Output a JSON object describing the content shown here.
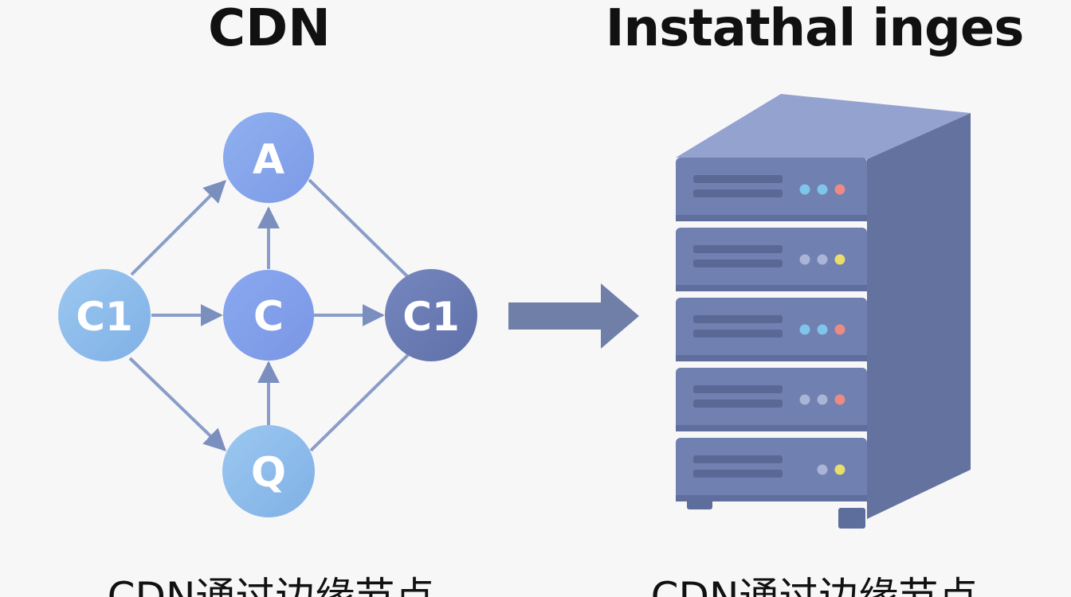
{
  "left_panel": {
    "title": "CDN",
    "caption": "CDN通过边缘节点"
  },
  "right_panel": {
    "title": "Instathal inges",
    "caption": "CDN通过边缘节点"
  },
  "nodes": {
    "a": "A",
    "c1_left": "C1",
    "c_center": "C",
    "c1_right": "C1",
    "q": "Q"
  },
  "colors": {
    "background": "#f7f7f8",
    "node_light_blue": "#8bb9ea",
    "node_mid_blue": "#84a6ee",
    "node_dark": "#6c7eb6",
    "edge": "#8a9dc8",
    "arrow": "#6f7fa8",
    "server_body": "#7080b0",
    "server_top": "#93a2cf",
    "led_blue": "#7fc4ea",
    "led_red": "#ec8a84",
    "led_yellow": "#e9de6a"
  },
  "server_units": [
    {
      "leds": [
        "led-blue",
        "led-blue",
        "led-red"
      ]
    },
    {
      "leds": [
        "led-grey",
        "led-grey",
        "led-yellow"
      ]
    },
    {
      "leds": [
        "led-blue",
        "led-blue",
        "led-red"
      ]
    },
    {
      "leds": [
        "led-grey",
        "led-grey",
        "led-red"
      ]
    },
    {
      "leds": [
        "led-grey",
        "led-yellow"
      ]
    }
  ]
}
